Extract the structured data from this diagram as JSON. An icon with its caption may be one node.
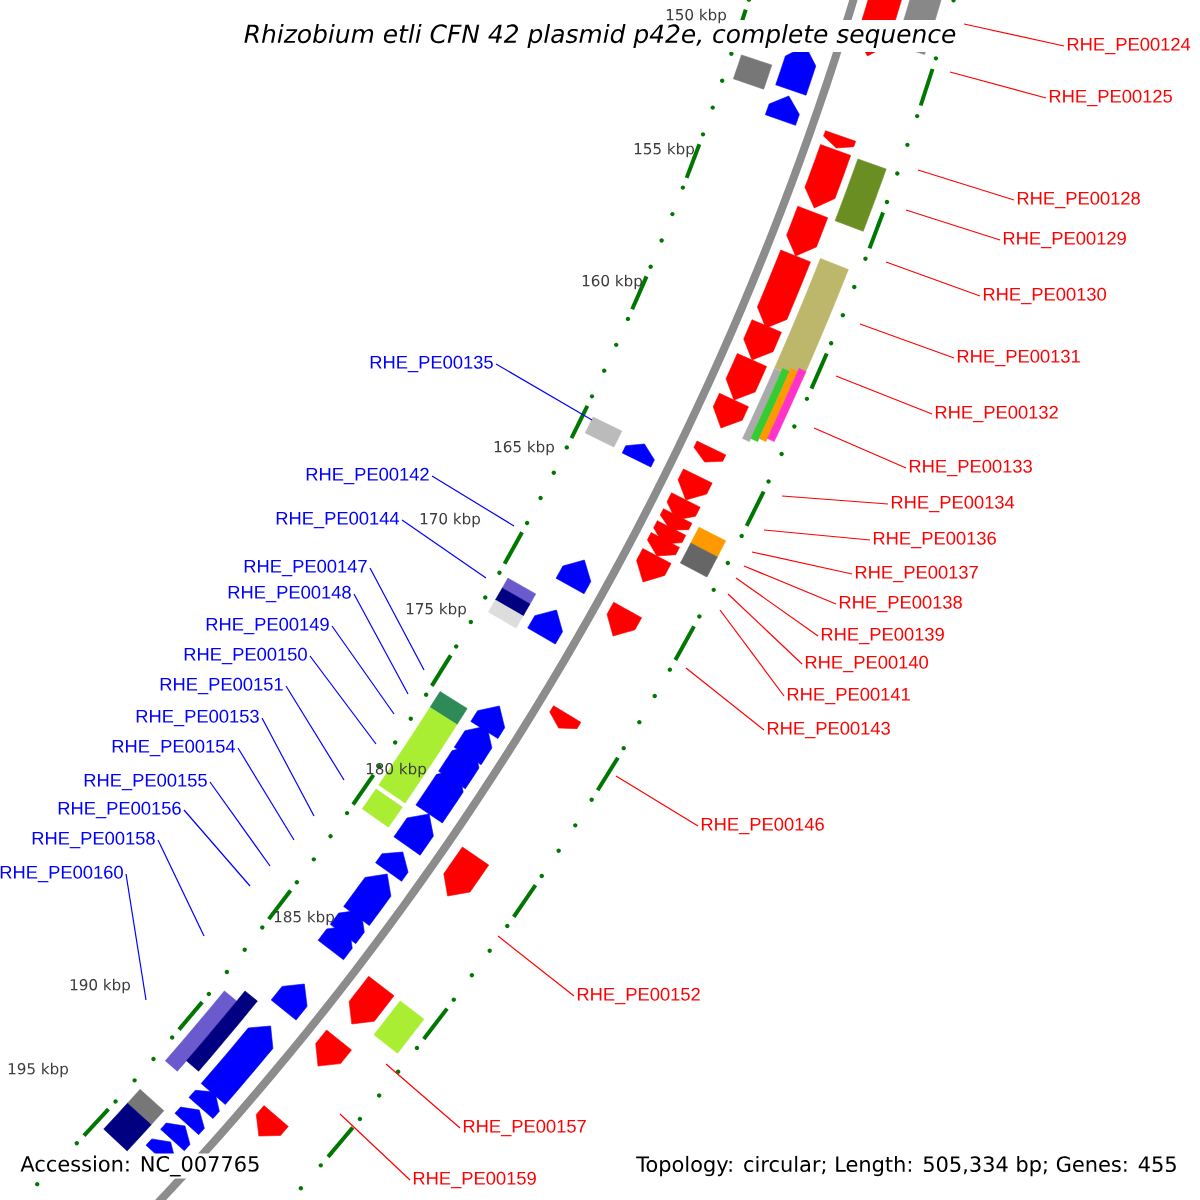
{
  "diagram": {
    "title": "Rhizobium etli CFN 42 plasmid p42e, complete sequence",
    "nodes": [
      {
        "text": [
          "RHE_PE00124"
        ]
      },
      {
        "text": [
          "RHE_PE00125"
        ]
      },
      {
        "text": [
          "RHE_PE00128"
        ]
      },
      {
        "text": [
          "RHE_PE00129"
        ]
      },
      {
        "text": [
          "RHE_PE00130"
        ]
      },
      {
        "text": [
          "RHE_PE00131"
        ]
      },
      {
        "text": [
          "RHE_PE00132"
        ]
      },
      {
        "text": [
          "RHE_PE00133"
        ]
      },
      {
        "text": [
          "RHE_PE00134"
        ]
      },
      {
        "text": [
          "RHE_PE00135"
        ]
      },
      {
        "text": [
          "RHE_PE00136"
        ]
      },
      {
        "text": [
          "RHE_PE00137"
        ]
      },
      {
        "text": [
          "RHE_PE00138"
        ]
      },
      {
        "text": [
          "RHE_PE00139"
        ]
      },
      {
        "text": [
          "RHE_PE00140"
        ]
      },
      {
        "text": [
          "RHE_PE00141"
        ]
      },
      {
        "text": [
          "RHE_PE00142"
        ]
      },
      {
        "text": [
          "RHE_PE00143"
        ]
      },
      {
        "text": [
          "RHE_PE00144"
        ]
      },
      {
        "text": [
          "RHE_PE00146"
        ]
      },
      {
        "text": [
          "RHE_PE00147"
        ]
      },
      {
        "text": [
          "RHE_PE00148"
        ]
      },
      {
        "text": [
          "RHE_PE00149"
        ]
      },
      {
        "text": [
          "RHE_PE00150"
        ]
      },
      {
        "text": [
          "RHE_PE00151"
        ]
      },
      {
        "text": [
          "RHE_PE00152"
        ]
      },
      {
        "text": [
          "RHE_PE00153"
        ]
      },
      {
        "text": [
          "RHE_PE00154"
        ]
      },
      {
        "text": [
          "RHE_PE00155"
        ]
      },
      {
        "text": [
          "RHE_PE00156"
        ]
      },
      {
        "text": [
          "RHE_PE00157"
        ]
      },
      {
        "text": [
          "RHE_PE00158"
        ]
      },
      {
        "text": [
          "RHE_PE00159"
        ]
      },
      {
        "text": [
          "RHE_PE00160"
        ]
      }
    ],
    "edges": [
      {
        "from": 0,
        "to": null,
        "arrow": "none"
      },
      {
        "from": 1,
        "to": null,
        "arrow": "none"
      },
      {
        "from": 2,
        "to": null,
        "arrow": "none"
      },
      {
        "from": 3,
        "to": null,
        "arrow": "none"
      },
      {
        "from": 4,
        "to": null,
        "arrow": "none"
      },
      {
        "from": 5,
        "to": null,
        "arrow": "none"
      },
      {
        "from": 6,
        "to": null,
        "arrow": "none"
      },
      {
        "from": 7,
        "to": null,
        "arrow": "none"
      },
      {
        "from": 8,
        "to": null,
        "arrow": "none"
      },
      {
        "from": 9,
        "to": null,
        "arrow": "none",
        "color": "#0000ff"
      },
      {
        "from": 10,
        "to": null,
        "arrow": "none"
      },
      {
        "from": 11,
        "to": null,
        "arrow": "none"
      },
      {
        "from": 12,
        "to": null,
        "arrow": "none"
      },
      {
        "from": 13,
        "to": null,
        "arrow": "none"
      },
      {
        "from": 14,
        "to": null,
        "arrow": "none"
      },
      {
        "from": 15,
        "to": null,
        "arrow": "none"
      },
      {
        "from": 16,
        "to": null,
        "arrow": "none",
        "color": "#0000ff"
      },
      {
        "from": 17,
        "to": null,
        "arrow": "none"
      },
      {
        "from": 18,
        "to": null,
        "arrow": "none",
        "color": "#0000ff"
      },
      {
        "from": 19,
        "to": null,
        "arrow": "none"
      },
      {
        "from": 20,
        "to": null,
        "arrow": "none",
        "color": "#0000ff"
      },
      {
        "from": 21,
        "to": null,
        "arrow": "none",
        "color": "#0000ff"
      },
      {
        "from": 22,
        "to": null,
        "arrow": "none",
        "color": "#0000ff"
      },
      {
        "from": 23,
        "to": null,
        "arrow": "none",
        "color": "#0000ff"
      },
      {
        "from": 24,
        "to": null,
        "arrow": "none",
        "color": "#0000ff"
      },
      {
        "from": 25,
        "to": null,
        "arrow": "none"
      },
      {
        "from": 26,
        "to": null,
        "arrow": "none",
        "color": "#0000ff"
      },
      {
        "from": 27,
        "to": null,
        "arrow": "none",
        "color": "#0000ff"
      },
      {
        "from": 28,
        "to": null,
        "arrow": "none",
        "color": "#0000ff"
      },
      {
        "from": 29,
        "to": null,
        "arrow": "none",
        "color": "#0000ff"
      },
      {
        "from": 30,
        "to": null,
        "arrow": "none"
      },
      {
        "from": 31,
        "to": null,
        "arrow": "none",
        "color": "#0000ff"
      },
      {
        "from": 32,
        "to": null,
        "arrow": "none"
      },
      {
        "from": 33,
        "to": null,
        "arrow": "none",
        "color": "#0000ff"
      }
    ],
    "labels": [
      "150 kbp",
      "155 kbp",
      "160 kbp",
      "165 kbp",
      "170 kbp",
      "175 kbp",
      "180 kbp",
      "185 kbp",
      "190 kbp",
      "195 kbp",
      "Accession: NC_007765",
      "Topology: circular; Length: 505,334 bp; Genes: 455"
    ]
  }
}
